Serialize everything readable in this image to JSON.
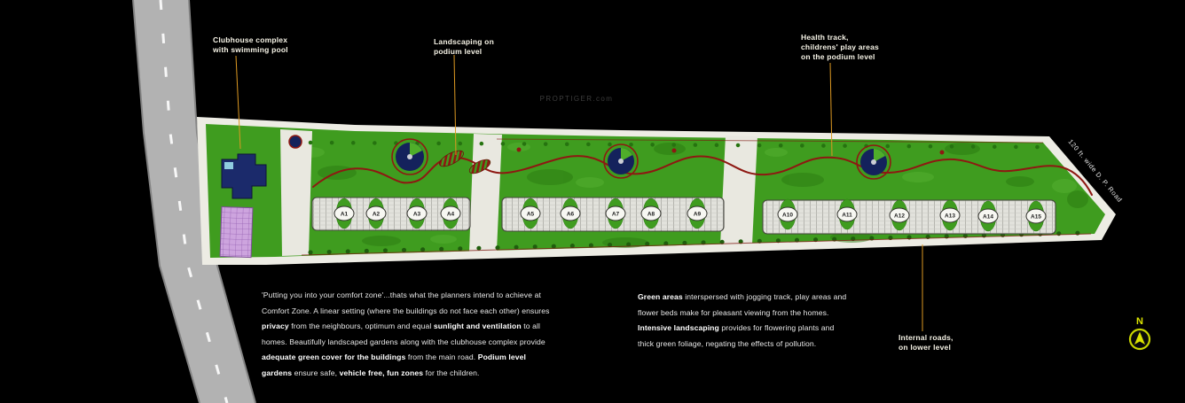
{
  "watermark": "PROPTIGER.com",
  "callouts": {
    "clubhouse": {
      "text": "Clubhouse complex\nwith swimming pool"
    },
    "landscaping": {
      "text": "Landscaping on\npodium level"
    },
    "health_track": {
      "text": "Health track,\nchildrens' play areas\non the podium level"
    },
    "internal_roads": {
      "text": "Internal roads,\non lower level"
    }
  },
  "site": {
    "buildings": [
      "A1",
      "A2",
      "A3",
      "A4",
      "A5",
      "A6",
      "A7",
      "A8",
      "A9",
      "A10",
      "A11",
      "A12",
      "A13",
      "A14",
      "A15"
    ],
    "road_label": "120 ft. wide D. P. Road"
  },
  "compass": {
    "label": "N"
  },
  "paragraphs": {
    "left": [
      {
        "t": "'Putting you into your comfort zone'...thats what the planners intend to achieve at Comfort Zone. A linear setting (where the buildings do not face each other) ensures "
      },
      {
        "t": "privacy",
        "b": true
      },
      {
        "t": " from the neighbours, optimum and equal "
      },
      {
        "t": "sunlight and ventilation",
        "b": true
      },
      {
        "t": " to all homes. Beautifully landscaped gardens along with the clubhouse complex provide "
      },
      {
        "t": "adequate green cover for the buildings",
        "b": true
      },
      {
        "t": " from the main road. "
      },
      {
        "t": "Podium level gardens",
        "b": true
      },
      {
        "t": " ensure safe, "
      },
      {
        "t": "vehicle free, fun zones",
        "b": true
      },
      {
        "t": " for the children."
      }
    ],
    "right": [
      {
        "t": "Green areas",
        "b": true
      },
      {
        "t": " interspersed with jogging track, play areas and flower beds make for pleasant viewing from the homes.\n"
      },
      {
        "t": "Intensive landscaping",
        "b": true
      },
      {
        "t": " provides for flowering plants and thick green foliage, negating the effects of pollution."
      }
    ]
  },
  "colors": {
    "background": "#000000",
    "site_green": "#3f9c1f",
    "path_white": "#edece4",
    "track_red": "#8e1812",
    "clubhouse_navy": "#1b2a6b",
    "parking_purple": "#cda4de",
    "callout_line_orange": "#dd9922",
    "compass_yellow": "#dce400"
  }
}
